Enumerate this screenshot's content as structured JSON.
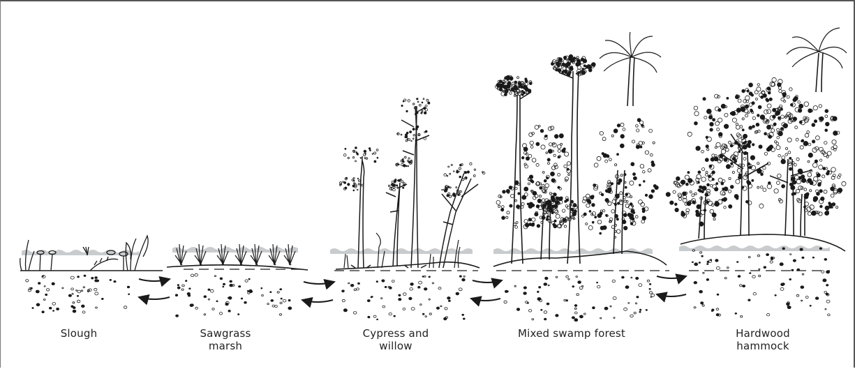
{
  "colors": {
    "ink": "#1a1a1a",
    "water": "#c9ccce",
    "paper": "#ffffff"
  },
  "stages": [
    {
      "id": "slough",
      "label": "Slough"
    },
    {
      "id": "sawgrass-marsh",
      "label": "Sawgrass\nmarsh"
    },
    {
      "id": "cypress-willow",
      "label": "Cypress and\nwillow"
    },
    {
      "id": "mixed-swamp-forest",
      "label": "Mixed swamp forest"
    },
    {
      "id": "hardwood-hammock",
      "label": "Hardwood hammock"
    }
  ],
  "transitions": [
    {
      "from": "slough",
      "to": "sawgrass-marsh",
      "direction": "bidirectional"
    },
    {
      "from": "sawgrass-marsh",
      "to": "cypress-willow",
      "direction": "bidirectional"
    },
    {
      "from": "cypress-willow",
      "to": "mixed-swamp-forest",
      "direction": "bidirectional"
    },
    {
      "from": "mixed-swamp-forest",
      "to": "hardwood-hammock",
      "direction": "bidirectional"
    }
  ]
}
